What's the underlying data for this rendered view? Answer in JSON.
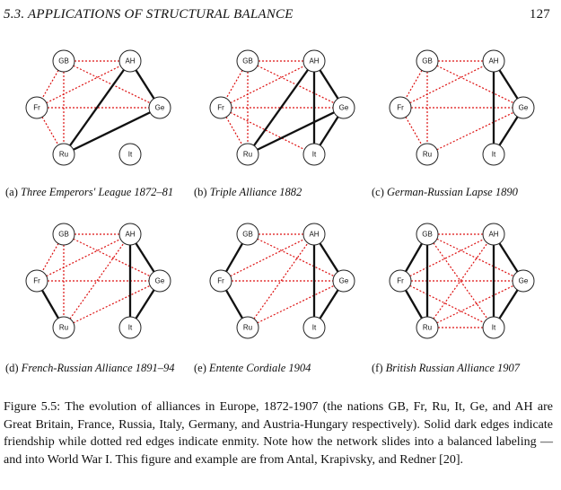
{
  "header": {
    "section_title": "5.3.  APPLICATIONS OF STRUCTURAL BALANCE",
    "page_number": "127"
  },
  "nodes": [
    "GB",
    "AH",
    "Fr",
    "Ge",
    "Ru",
    "It"
  ],
  "panels": [
    {
      "label": "(a)",
      "title": "Three Emperors' League 1872–81",
      "friend": [
        [
          "AH",
          "Ru"
        ],
        [
          "AH",
          "Ge"
        ],
        [
          "Ge",
          "Ru"
        ]
      ],
      "enemy": [
        [
          "GB",
          "AH"
        ],
        [
          "GB",
          "Fr"
        ],
        [
          "GB",
          "Ru"
        ],
        [
          "GB",
          "Ge"
        ],
        [
          "Fr",
          "AH"
        ],
        [
          "Fr",
          "Ge"
        ],
        [
          "Fr",
          "Ru"
        ]
      ]
    },
    {
      "label": "(b)",
      "title": "Triple Alliance 1882",
      "friend": [
        [
          "AH",
          "Ge"
        ],
        [
          "AH",
          "It"
        ],
        [
          "AH",
          "Ru"
        ],
        [
          "Ge",
          "Ru"
        ],
        [
          "Ge",
          "It"
        ]
      ],
      "enemy": [
        [
          "GB",
          "AH"
        ],
        [
          "GB",
          "Fr"
        ],
        [
          "GB",
          "Ru"
        ],
        [
          "GB",
          "Ge"
        ],
        [
          "Fr",
          "AH"
        ],
        [
          "Fr",
          "Ge"
        ],
        [
          "Fr",
          "Ru"
        ],
        [
          "Fr",
          "It"
        ]
      ]
    },
    {
      "label": "(c)",
      "title": "German-Russian Lapse 1890",
      "friend": [
        [
          "AH",
          "Ge"
        ],
        [
          "AH",
          "It"
        ],
        [
          "Ge",
          "It"
        ]
      ],
      "enemy": [
        [
          "GB",
          "AH"
        ],
        [
          "GB",
          "Fr"
        ],
        [
          "GB",
          "Ru"
        ],
        [
          "GB",
          "Ge"
        ],
        [
          "Fr",
          "AH"
        ],
        [
          "Fr",
          "Ge"
        ],
        [
          "Fr",
          "Ru"
        ],
        [
          "Ru",
          "Ge"
        ]
      ]
    },
    {
      "label": "(d)",
      "title": "French-Russian Alliance 1891–94",
      "friend": [
        [
          "AH",
          "Ge"
        ],
        [
          "AH",
          "It"
        ],
        [
          "Ge",
          "It"
        ],
        [
          "Fr",
          "Ru"
        ]
      ],
      "enemy": [
        [
          "GB",
          "AH"
        ],
        [
          "GB",
          "Fr"
        ],
        [
          "GB",
          "Ru"
        ],
        [
          "GB",
          "Ge"
        ],
        [
          "Fr",
          "AH"
        ],
        [
          "Fr",
          "Ge"
        ],
        [
          "Ru",
          "AH"
        ],
        [
          "Ru",
          "Ge"
        ]
      ]
    },
    {
      "label": "(e)",
      "title": "Entente Cordiale 1904",
      "friend": [
        [
          "GB",
          "Fr"
        ],
        [
          "Fr",
          "Ru"
        ],
        [
          "AH",
          "Ge"
        ],
        [
          "AH",
          "It"
        ],
        [
          "Ge",
          "It"
        ]
      ],
      "enemy": [
        [
          "GB",
          "AH"
        ],
        [
          "GB",
          "Ge"
        ],
        [
          "Fr",
          "AH"
        ],
        [
          "Fr",
          "Ge"
        ],
        [
          "Ru",
          "AH"
        ],
        [
          "Ru",
          "Ge"
        ]
      ]
    },
    {
      "label": "(f)",
      "title": "British Russian Alliance 1907",
      "friend": [
        [
          "GB",
          "Fr"
        ],
        [
          "GB",
          "Ru"
        ],
        [
          "Fr",
          "Ru"
        ],
        [
          "AH",
          "Ge"
        ],
        [
          "AH",
          "It"
        ],
        [
          "Ge",
          "It"
        ]
      ],
      "enemy": [
        [
          "GB",
          "AH"
        ],
        [
          "GB",
          "Ge"
        ],
        [
          "GB",
          "It"
        ],
        [
          "Fr",
          "AH"
        ],
        [
          "Fr",
          "Ge"
        ],
        [
          "Fr",
          "It"
        ],
        [
          "Ru",
          "AH"
        ],
        [
          "Ru",
          "Ge"
        ],
        [
          "Ru",
          "It"
        ]
      ]
    }
  ],
  "caption": "Figure 5.5: The evolution of alliances in Europe, 1872-1907 (the nations GB, Fr, Ru, It, Ge, and AH are Great Britain, France, Russia, Italy, Germany, and Austria-Hungary respectively). Solid dark edges indicate friendship while dotted red edges indicate enmity. Note how the network slides into a balanced labeling — and into World War I. This figure and example are from Antal, Krapivsky, and Redner [20]."
}
